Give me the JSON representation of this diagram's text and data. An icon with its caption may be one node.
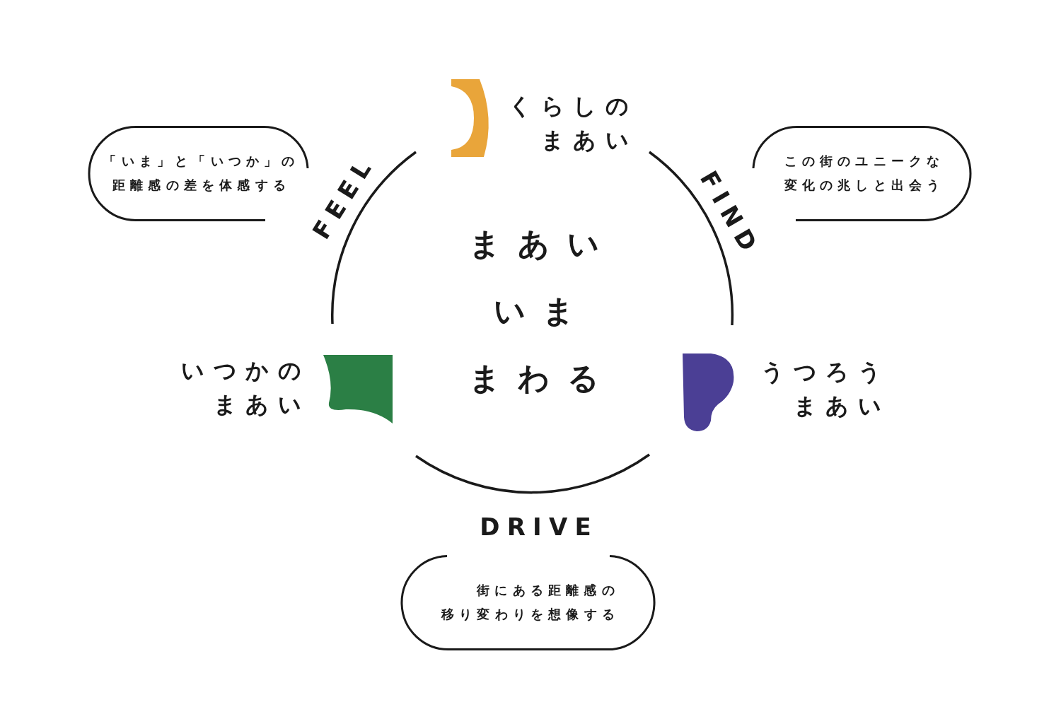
{
  "diagram": {
    "nodes": [
      {
        "text": [
          "まあい",
          "いま",
          "まわる"
        ]
      },
      {
        "text": [
          "くらしのまあい"
        ]
      },
      {
        "text": [
          "いつかのまあい"
        ]
      },
      {
        "text": [
          "うつろうまあい"
        ]
      },
      {
        "text": [
          "「いま」と「いつか」の距離感の差を体感する"
        ]
      },
      {
        "text": [
          "この街のユニークな変化の兆しと出会う"
        ]
      },
      {
        "text": [
          "街にある距離感の移り変わりを想像する"
        ]
      }
    ],
    "edges": [
      {
        "from": 1,
        "to": 2,
        "arrow": "none",
        "label": "FEEL"
      },
      {
        "from": 1,
        "to": 3,
        "arrow": "none",
        "label": "FIND"
      },
      {
        "from": 2,
        "to": 3,
        "arrow": "none",
        "label": "DRIVE"
      }
    ]
  }
}
